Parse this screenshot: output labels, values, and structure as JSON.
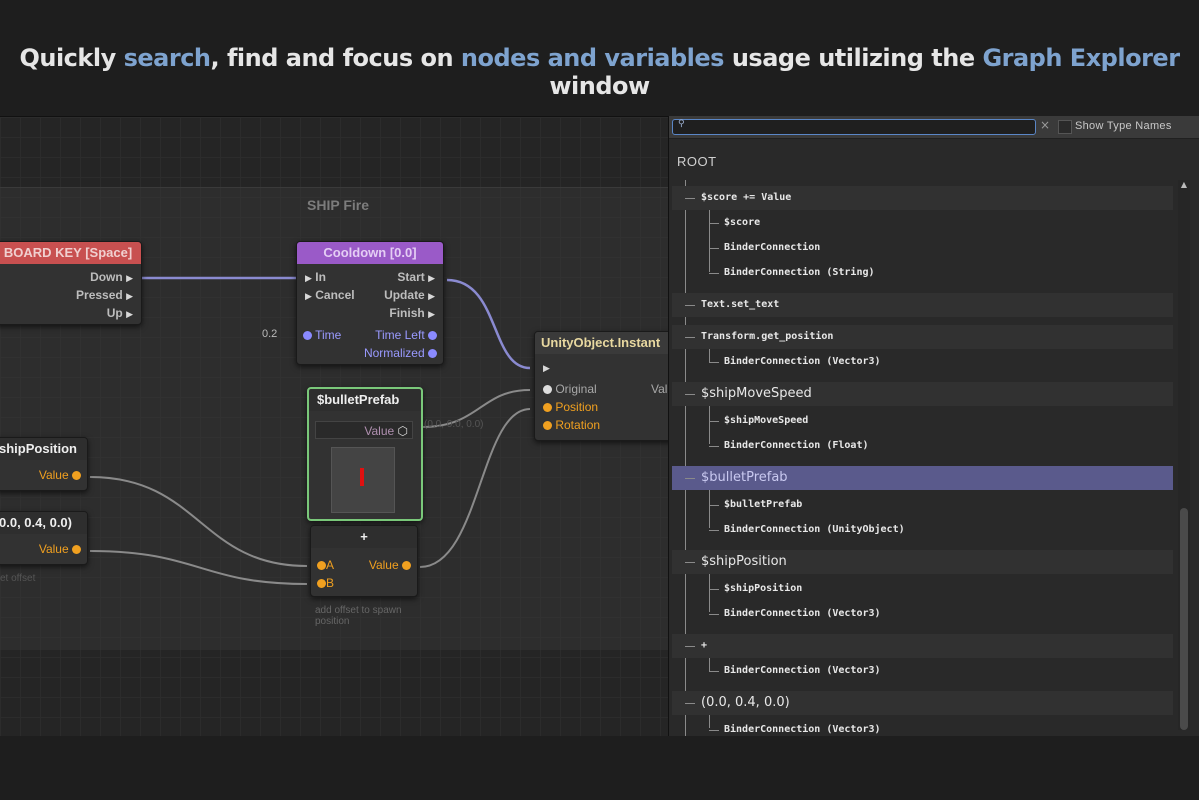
{
  "banner": {
    "part1": "Quickly ",
    "hl1": "search",
    "part2": ", find and focus on ",
    "hl2": "nodes and variables",
    "part3": " usage utilizing the ",
    "hl3": "Graph Explorer",
    "part4": " window"
  },
  "colors": {
    "accent": "#7ea3cf",
    "selection": "#5a5a8c",
    "search_border": "#5a86c6"
  },
  "graph": {
    "group_title": "SHIP Fire",
    "keyboard_node": {
      "title": "BOARD KEY [Space]",
      "ports": [
        "Down",
        "Pressed",
        "Up"
      ]
    },
    "cooldown_node": {
      "title": "Cooldown [0.0]",
      "in_ports": [
        "In",
        "Cancel"
      ],
      "out_ports": [
        "Start",
        "Update",
        "Finish"
      ],
      "time_label": "Time",
      "time_value": "0.2",
      "time_left": "Time Left",
      "normalized": "Normalized"
    },
    "instantiate_node": {
      "title": "UnityObject.Instant",
      "ports": [
        "Original",
        "Position",
        "Rotation"
      ],
      "value_label": "Val"
    },
    "bullet_node": {
      "title": "$bulletPrefab",
      "value_label": "Value",
      "rotation_value": "(0.0, 0.0, 0.0)"
    },
    "shippos_node": {
      "title": "shipPosition",
      "value_label": "Value"
    },
    "vector_node": {
      "title": "0.0, 0.4, 0.0)",
      "value_label": "Value",
      "comment": "et offset"
    },
    "add_node": {
      "title": "+",
      "port_a": "A",
      "port_b": "B",
      "value_label": "Value",
      "comment_line1": "add offset to spawn",
      "comment_line2": "position"
    }
  },
  "explorer": {
    "search": {
      "placeholder": "",
      "value": ""
    },
    "show_type_names": "Show Type Names",
    "root": "ROOT",
    "items": [
      "$score += Value",
      "$score",
      "BinderConnection",
      "BinderConnection (String)",
      "Text.set_text",
      "Transform.get_position",
      "BinderConnection (Vector3)",
      "$shipMoveSpeed",
      "$shipMoveSpeed",
      "BinderConnection (Float)",
      "$bulletPrefab",
      "$bulletPrefab",
      "BinderConnection (UnityObject)",
      "$shipPosition",
      "$shipPosition",
      "BinderConnection (Vector3)",
      "+",
      "BinderConnection (Vector3)",
      "(0.0, 0.4, 0.0)",
      "BinderConnection (Vector3)"
    ]
  }
}
